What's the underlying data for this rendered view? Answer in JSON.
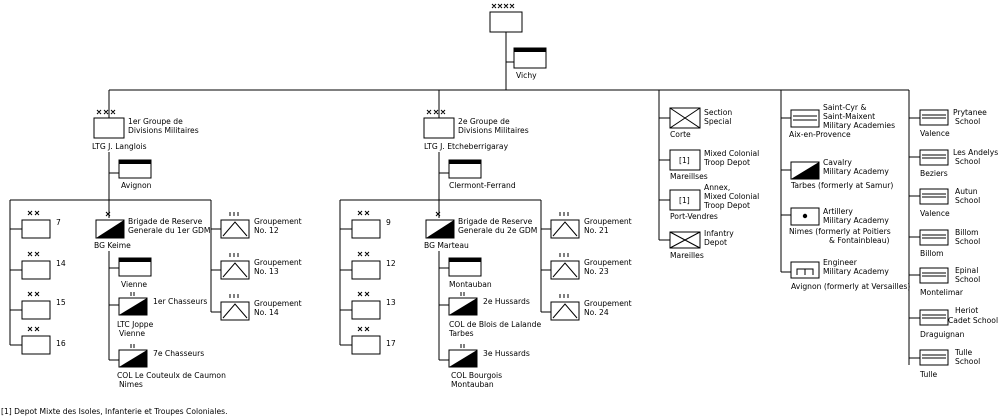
{
  "vichy": "Vichy",
  "groups": [
    {
      "name": "1er Groupe de Divisions Militaires",
      "name_lines": [
        "1er Groupe de",
        "Divisions Militaires"
      ],
      "commander": "LTG  J. Langlois",
      "hq": "Avignon",
      "divisions": [
        "7",
        "14",
        "15",
        "16"
      ],
      "brigade": {
        "name_lines": [
          "Brigade de Reserve",
          "Generale du 1er GDM"
        ],
        "commander": "BG  Keime",
        "hq": "Vienne",
        "units": [
          {
            "name": "1er Chasseurs",
            "commander": "LTC  Joppe",
            "location": "Vienne"
          },
          {
            "name": "7e Chasseurs",
            "commander": "COL  Le Couteulx de Caumon",
            "location": "Nimes"
          }
        ]
      },
      "groupements": [
        {
          "line1": "Groupement",
          "line2": "No. 12"
        },
        {
          "line1": "Groupement",
          "line2": "No. 13"
        },
        {
          "line1": "Groupement",
          "line2": "No. 14"
        }
      ]
    },
    {
      "name": "2e Groupe de Divisions Militaires",
      "name_lines": [
        "2e Groupe de",
        "Divisions Militaires"
      ],
      "commander": "LTG  J. Etcheberrigaray",
      "hq": "Clermont-Ferrand",
      "divisions": [
        "9",
        "12",
        "13",
        "17"
      ],
      "brigade": {
        "name_lines": [
          "Brigade de Reserve",
          "Generale du 2e GDM"
        ],
        "commander": "BG  Marteau",
        "hq": "Montauban",
        "units": [
          {
            "name": "2e Hussards",
            "commander": "COL  de Blois de Lalande",
            "location": "Tarbes"
          },
          {
            "name": "3e Hussards",
            "commander": "COL  Bourgois",
            "location": "Montauban"
          }
        ]
      },
      "groupements": [
        {
          "line1": "Groupement",
          "line2": "No. 21"
        },
        {
          "line1": "Groupement",
          "line2": "No. 23"
        },
        {
          "line1": "Groupement",
          "line2": "No. 24"
        }
      ]
    }
  ],
  "special_units": [
    {
      "name_lines": [
        "Section",
        "Special"
      ],
      "location": "Corte"
    },
    {
      "name_lines": [
        "Mixed Colonial",
        "Troop Depot"
      ],
      "location": "Mareillses",
      "note_mark": "[1]"
    },
    {
      "name_lines": [
        "Annex,",
        "Mixed Colonial",
        "Troop Depot"
      ],
      "location": "Port-Vendres",
      "note_mark": "[1]"
    },
    {
      "name_lines": [
        "Infantry",
        "Depot"
      ],
      "location": "Mareilles"
    }
  ],
  "academies": [
    {
      "name_lines": [
        "Saint-Cyr &",
        "Saint-Maixent",
        "Military Academies"
      ],
      "location": "Aix-en-Provence"
    },
    {
      "name_lines": [
        "Cavalry",
        "Military Academy"
      ],
      "location": "Tarbes (formerly at Samur)"
    },
    {
      "name_lines": [
        "Artillery",
        "Military Academy"
      ],
      "location": "Nimes (formerly at Poitiers",
      "location2": "& Fontainbleau)"
    },
    {
      "name_lines": [
        "Engineer",
        "Military Academy"
      ],
      "location": "Avignon (formerly at Versailles)"
    }
  ],
  "schools": [
    {
      "name_lines": [
        "Prytanee",
        "School"
      ],
      "location": "Valence"
    },
    {
      "name_lines": [
        "Les Andelys",
        "School"
      ],
      "location": "Beziers"
    },
    {
      "name_lines": [
        "Autun",
        "School"
      ],
      "location": "Valence"
    },
    {
      "name_lines": [
        "Billom",
        "School"
      ],
      "location": "Billom"
    },
    {
      "name_lines": [
        "Epinal",
        "School"
      ],
      "location": "Montelimar"
    },
    {
      "name_lines": [
        "Heriot",
        "Cadet School"
      ],
      "location": "Draguignan"
    },
    {
      "name_lines": [
        "Tulle",
        "School"
      ],
      "location": "Tulle"
    }
  ],
  "footnote": "[1] Depot Mixte des Isoles, Infanterie et Troupes Coloniales."
}
